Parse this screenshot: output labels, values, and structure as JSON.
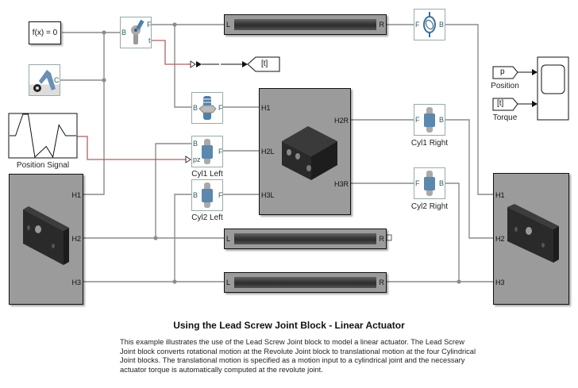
{
  "diagram": {
    "title": "Using the Lead Screw Joint Block - Linear Actuator",
    "description": "This example illustrates the use of the Lead Screw Joint block to model a linear actuator. The Lead Screw Joint block converts rotational motion at the Revolute Joint block to translational motion at the four Cylindrical Joint blocks. The translational motion is specified as a motion input to a cylindrical joint and the necessary actuator torque is automatically computed at the revolute joint.",
    "colors": {
      "wire": "#8c8c8c",
      "signal": "#b06060",
      "subsystem": "#9b9b9b"
    },
    "blocks": {
      "solver": {
        "text": "f(x) = 0"
      },
      "mech_config": {
        "port": "C",
        "icon": "mechanism-configuration-icon"
      },
      "revolute": {
        "ports": [
          "B",
          "F",
          "t"
        ],
        "icon": "revolute-joint-icon"
      },
      "goto_t": {
        "text": "[t]"
      },
      "lead_screw": {
        "ports": [
          "B",
          "F"
        ],
        "icon": "lead-screw-joint-icon"
      },
      "cyl1_left": {
        "label": "Cyl1 Left",
        "ports": [
          "B",
          "pz",
          "F"
        ]
      },
      "cyl2_left": {
        "label": "Cyl2 Left",
        "ports": [
          "B",
          "F"
        ]
      },
      "cyl1_right": {
        "label": "Cyl1 Right",
        "ports": [
          "F",
          "B"
        ]
      },
      "cyl2_right": {
        "label": "Cyl2 Right",
        "ports": [
          "F",
          "B"
        ]
      },
      "bearing_rev": {
        "ports": [
          "F",
          "B"
        ]
      },
      "position_signal": {
        "label": "Position Signal",
        "waveform": [
          0.5,
          0.5,
          1.0,
          1.0,
          0.0,
          0.25,
          0.0,
          0.75,
          0.5,
          0.5
        ]
      },
      "rail_top": {
        "ports": [
          "L",
          "R"
        ]
      },
      "rail_mid": {
        "ports": [
          "L",
          "R"
        ]
      },
      "rail_bot": {
        "ports": [
          "L",
          "R"
        ]
      },
      "carriage": {
        "ports": [
          "H1",
          "H2L",
          "H3L",
          "H2R",
          "H3R"
        ]
      },
      "left_plate": {
        "ports": [
          "H1",
          "H2",
          "H3"
        ]
      },
      "right_plate": {
        "ports": [
          "H1",
          "H2",
          "H3"
        ]
      },
      "from_p": {
        "text": "p",
        "label": "Position"
      },
      "from_t": {
        "text": "[t]",
        "label": "Torque"
      },
      "scope": {
        "icon": "scope-icon"
      }
    }
  }
}
